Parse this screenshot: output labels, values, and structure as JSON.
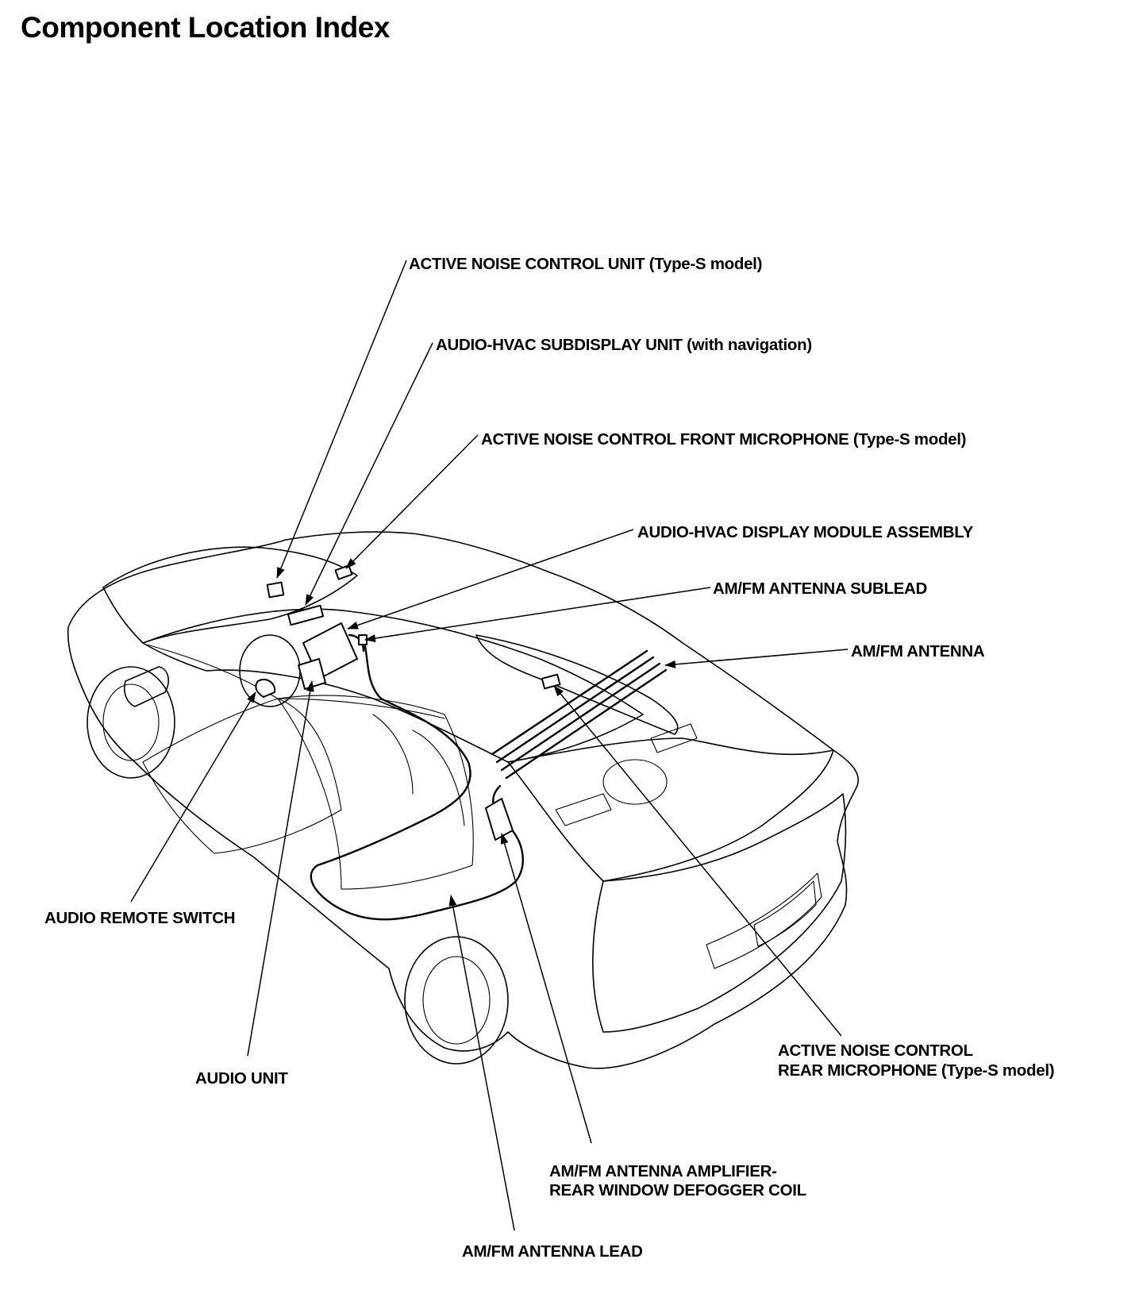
{
  "page": {
    "title": "Component Location Index"
  },
  "labels": {
    "anc_unit": "ACTIVE NOISE CONTROL UNIT (Type-S model)",
    "subdisplay": "AUDIO-HVAC SUBDISPLAY UNIT (with navigation)",
    "front_mic": "ACTIVE NOISE CONTROL FRONT MICROPHONE (Type-S model)",
    "display_module": "AUDIO-HVAC DISPLAY MODULE ASSEMBLY",
    "antenna_sublead": "AM/FM ANTENNA SUBLEAD",
    "antenna": "AM/FM ANTENNA",
    "remote_switch": "AUDIO REMOTE SWITCH",
    "audio_unit": "AUDIO UNIT",
    "rear_mic_line1": "ACTIVE NOISE CONTROL",
    "rear_mic_line2": "REAR MICROPHONE (Type-S model)",
    "amplifier_line1": "AM/FM ANTENNA AMPLIFIER-",
    "amplifier_line2": "REAR WINDOW DEFOGGER COIL",
    "antenna_lead": "AM/FM ANTENNA LEAD"
  }
}
